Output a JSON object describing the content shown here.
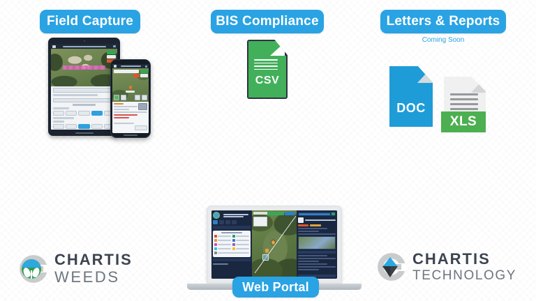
{
  "badges": {
    "field_capture": "Field Capture",
    "bis_compliance": "BIS Compliance",
    "letters_reports": "Letters & Reports",
    "web_portal": "Web Portal"
  },
  "notes": {
    "coming_soon": "Coming Soon"
  },
  "file_icons": {
    "csv": "CSV",
    "doc": "DOC",
    "xls": "XLS"
  },
  "logos": {
    "weeds": {
      "line1": "CHARTIS",
      "line2": "WEEDS"
    },
    "technology": {
      "line1": "CHARTIS",
      "line2": "TECHNOLOGY"
    }
  },
  "colors": {
    "accent_blue": "#29a3e3",
    "csv_green": "#42b05a",
    "doc_blue": "#1e9cd7",
    "xls_green": "#4caf50",
    "logo_dark": "#3c4450",
    "logo_gray": "#6d757f",
    "ring_gray": "#c9cbcd"
  }
}
